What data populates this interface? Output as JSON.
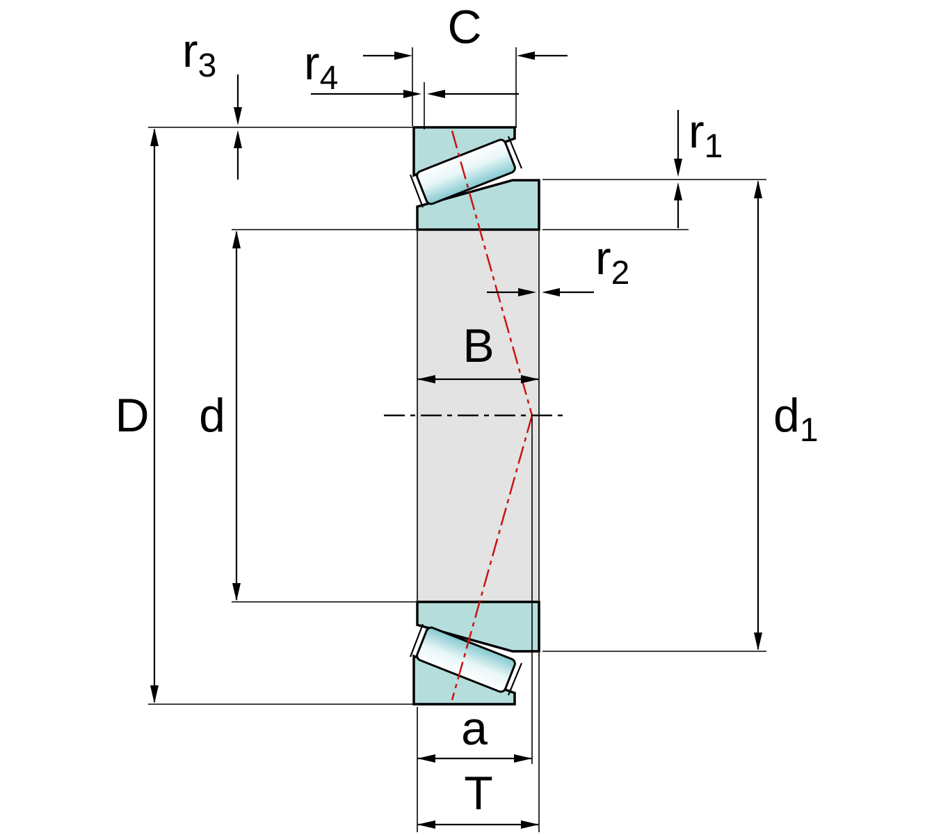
{
  "figure": {
    "type": "tapered-roller-bearing-cross-section",
    "labels": {
      "D": {
        "base": "D",
        "sub": ""
      },
      "d": {
        "base": "d",
        "sub": ""
      },
      "d1": {
        "base": "d",
        "sub": "1"
      },
      "B": {
        "base": "B",
        "sub": ""
      },
      "C": {
        "base": "C",
        "sub": ""
      },
      "T": {
        "base": "T",
        "sub": ""
      },
      "a": {
        "base": "a",
        "sub": ""
      },
      "r1": {
        "base": "r",
        "sub": "1"
      },
      "r2": {
        "base": "r",
        "sub": "2"
      },
      "r3": {
        "base": "r",
        "sub": "3"
      },
      "r4": {
        "base": "r",
        "sub": "4"
      }
    },
    "colors": {
      "ring": "#b5dddc",
      "bore_area": "#e3e3e3",
      "pressure_line": "#cc1111",
      "outline": "#000000"
    }
  }
}
